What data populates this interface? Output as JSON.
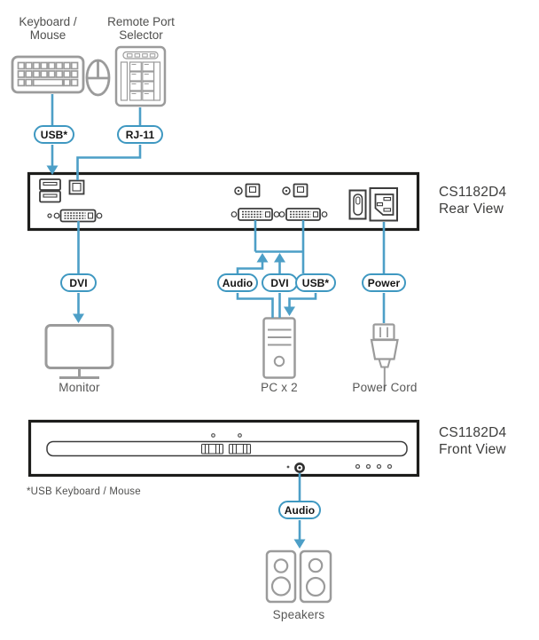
{
  "colors": {
    "accent_blue": "#4d9fc7",
    "pill_border": "#3f98c1",
    "device_gray": "#9b9b9b",
    "port_dark": "#3c3c3c",
    "panel_black": "#1d1d1b",
    "caption_gray": "#575756",
    "title_gray": "#3d3d3c"
  },
  "top": {
    "keyboard_mouse_label": "Keyboard / Mouse",
    "remote_selector_label": "Remote Port Selector"
  },
  "pills": {
    "usb_keyboard": "USB*",
    "rj11": "RJ-11",
    "dvi_monitor": "DVI",
    "audio_pc": "Audio",
    "dvi_pc": "DVI",
    "usb_pc": "USB*",
    "power": "Power",
    "audio_front": "Audio"
  },
  "rear_view": {
    "model": "CS1182D4",
    "view": "Rear View"
  },
  "front_view": {
    "model": "CS1182D4",
    "view": "Front View"
  },
  "captions": {
    "monitor": "Monitor",
    "pc": "PC x 2",
    "power_cord": "Power Cord",
    "speakers": "Speakers",
    "footnote": "*USB Keyboard / Mouse"
  }
}
